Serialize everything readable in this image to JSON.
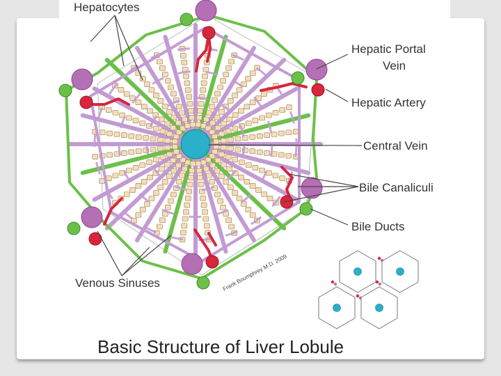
{
  "labels": {
    "hepatocytes": "Hepatocytes",
    "portal_vein_line1": "Hepatic Portal",
    "portal_vein_line2": "Vein",
    "hepatic_artery": "Hepatic Artery",
    "central_vein": "Central Vein",
    "bile_canaliculi": "Bile Canaliculi",
    "bile_ducts": "Bile Ducts",
    "venous_sinuses": "Venous Sinuses"
  },
  "credit": "Frank Boumphrey M.D. 2009",
  "title": "Basic Structure of Liver Lobule",
  "colors": {
    "sinus": "#c39bd3",
    "bile_duct": "#6cc04a",
    "artery": "#d7263d",
    "central_vein": "#2ab0c8",
    "portal_vein": "#b56fb5",
    "hepatocyte": "#f3ddb8"
  }
}
